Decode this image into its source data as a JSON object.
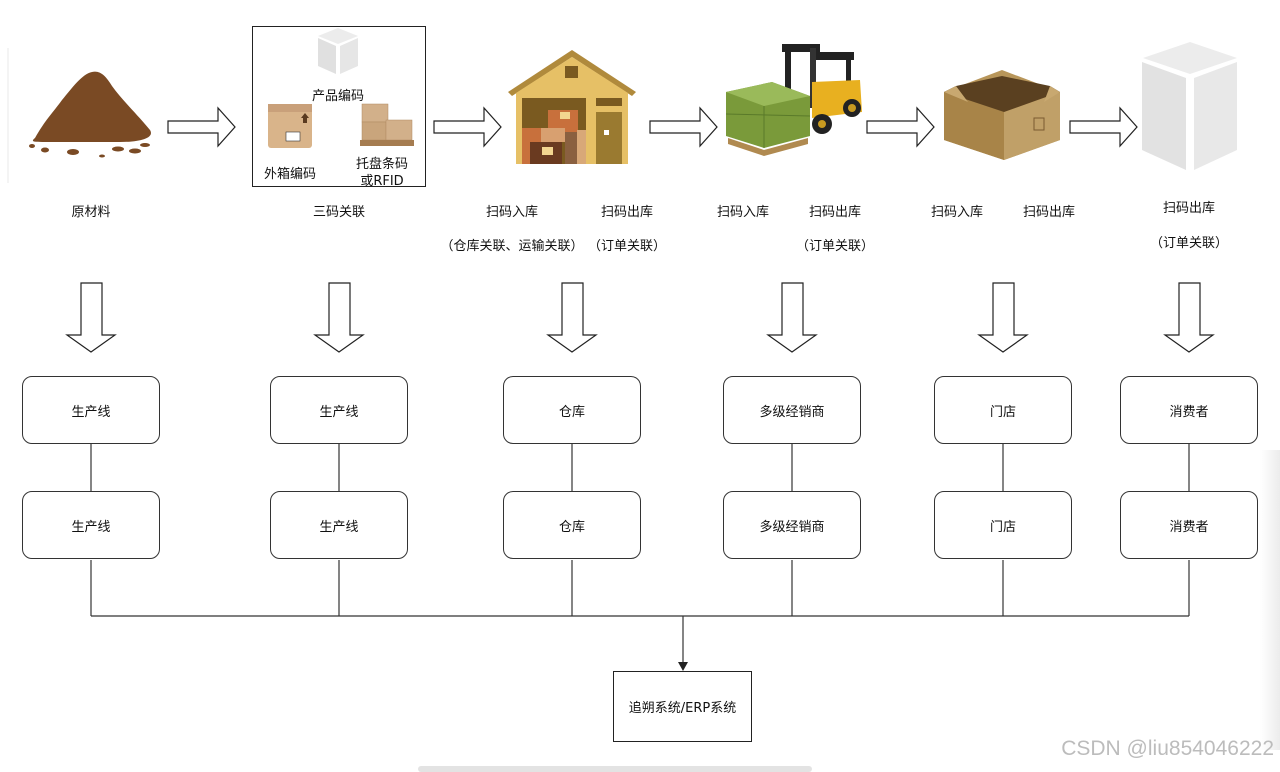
{
  "stages": [
    {
      "id": "raw",
      "icon": "dirt-pile-icon",
      "labels": [
        "原材料"
      ]
    },
    {
      "id": "codes",
      "icon": "three-codes-group",
      "labels": [
        "三码关联"
      ],
      "group": {
        "product_code": "产品编码",
        "carton_code": "外箱编码",
        "pallet_code_line1": "托盘条码",
        "pallet_code_line2": "或RFID"
      }
    },
    {
      "id": "warehouse",
      "icon": "warehouse-icon",
      "labels_in": "扫码入库",
      "labels_out": "扫码出库",
      "note_in": "（仓库关联、运输关联）",
      "note_out": "（订单关联）"
    },
    {
      "id": "dealer",
      "icon": "forklift-pallet-icon",
      "labels_in": "扫码入库",
      "labels_out": "扫码出库",
      "note_out": "（订单关联）"
    },
    {
      "id": "store",
      "icon": "open-box-icon",
      "labels_in": "扫码入库",
      "labels_out": "扫码出库"
    },
    {
      "id": "consumer",
      "icon": "product-cube-icon",
      "labels_out": "扫码出库",
      "note_out": "（订单关联）"
    }
  ],
  "columns": [
    {
      "top": "生产线",
      "bottom": "生产线"
    },
    {
      "top": "生产线",
      "bottom": "生产线"
    },
    {
      "top": "仓库",
      "bottom": "仓库"
    },
    {
      "top": "多级经销商",
      "bottom": "多级经销商"
    },
    {
      "top": "门店",
      "bottom": "门店"
    },
    {
      "top": "消费者",
      "bottom": "消费者"
    }
  ],
  "system": {
    "label": "追朔系统/ERP系统"
  },
  "watermark": "CSDN @liu854046222",
  "colors": {
    "line": "#222222",
    "dirt": "#7a4a24",
    "warehouse_wall": "#e6c066",
    "warehouse_roof": "#b08a3c",
    "crate_green": "#7a9a3a",
    "box_brown": "#b8965a",
    "cube_gray": "#e4e4e4"
  }
}
